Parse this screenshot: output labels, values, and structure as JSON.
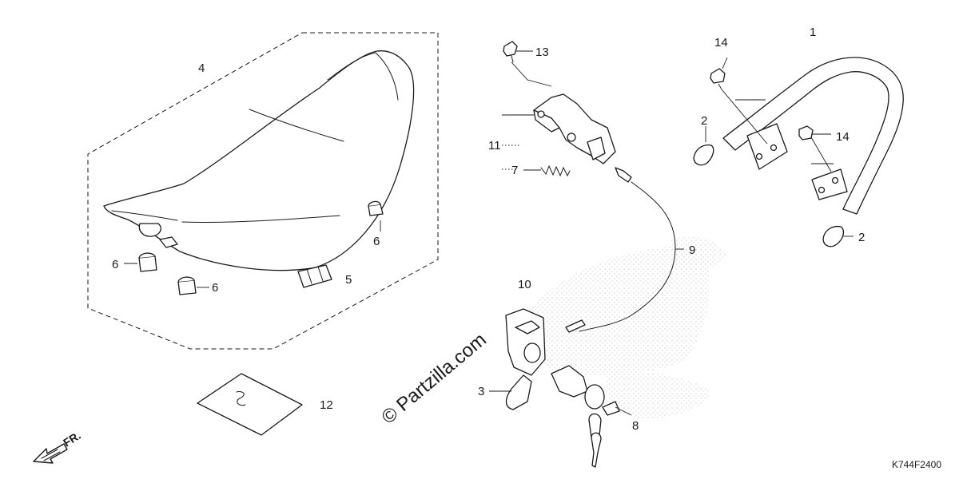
{
  "diagram": {
    "callouts": [
      "1",
      "2",
      "2",
      "3",
      "4",
      "5",
      "6",
      "6",
      "6",
      "7",
      "8",
      "9",
      "10",
      "11",
      "12",
      "13",
      "14",
      "14"
    ],
    "watermark": "© Partzilla.com",
    "direction_label": "FR.",
    "diagram_code": "K744F2400"
  }
}
